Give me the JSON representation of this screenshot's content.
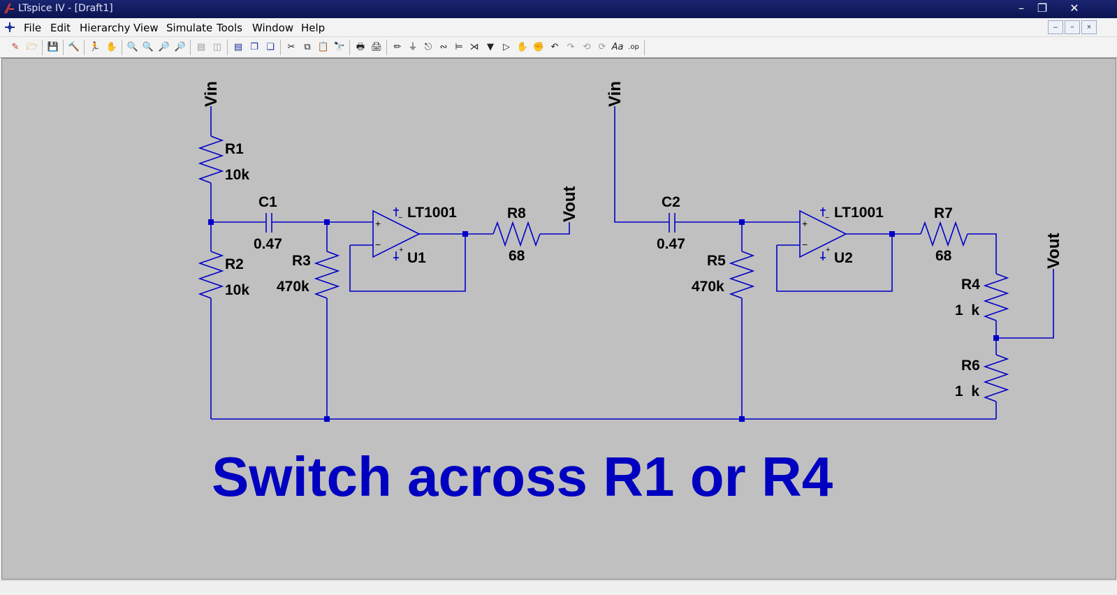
{
  "window": {
    "title": "LTspice IV - [Draft1]",
    "minimize": "–",
    "restore": "❐",
    "close": "✕"
  },
  "menu": [
    "File",
    "Edit",
    "Hierarchy",
    "View",
    "Simulate",
    "Tools",
    "Window",
    "Help"
  ],
  "mdi_buttons": [
    "–",
    "▫",
    "×"
  ],
  "toolbar_icons": [
    "new-schematic",
    "open",
    "save",
    "control-panel",
    "run",
    "halt",
    "zoom-in",
    "pan",
    "zoom-out",
    "zoom-fit",
    "tile-horizontal",
    "tile-vertical",
    "cascade",
    "close-windows",
    "cut",
    "copy",
    "paste",
    "find",
    "print-setup",
    "print",
    "wire",
    "ground",
    "label-net",
    "resistor",
    "capacitor",
    "inductor",
    "diode",
    "component",
    "move",
    "drag",
    "undo",
    "redo",
    "rotate",
    "mirror",
    "text",
    "spice-directive"
  ],
  "schematic": {
    "left": {
      "vin": "Vin",
      "r1_name": "R1",
      "r1_value": "10k",
      "r2_name": "R2",
      "r2_value": "10k",
      "c1_name": "C1",
      "c1_value": "0.47",
      "r3_name": "R3",
      "r3_value": "470k",
      "opamp_model": "LT1001",
      "opamp_ref": "U1",
      "r8_name": "R8",
      "r8_value": "68",
      "vout": "Vout"
    },
    "right": {
      "vin": "Vin",
      "c2_name": "C2",
      "c2_value": "0.47",
      "r5_name": "R5",
      "r5_value": "470k",
      "opamp_model": "LT1001",
      "opamp_ref": "U2",
      "r7_name": "R7",
      "r7_value": "68",
      "r4_name": "R4",
      "r4_value": "1  k",
      "r6_name": "R6",
      "r6_value": "1  k",
      "vout": "Vout"
    },
    "comment": "Switch across R1 or R4",
    "colors": {
      "wire": "#0000c8",
      "comment": "#0000c0",
      "background": "#c0c0c0"
    }
  }
}
